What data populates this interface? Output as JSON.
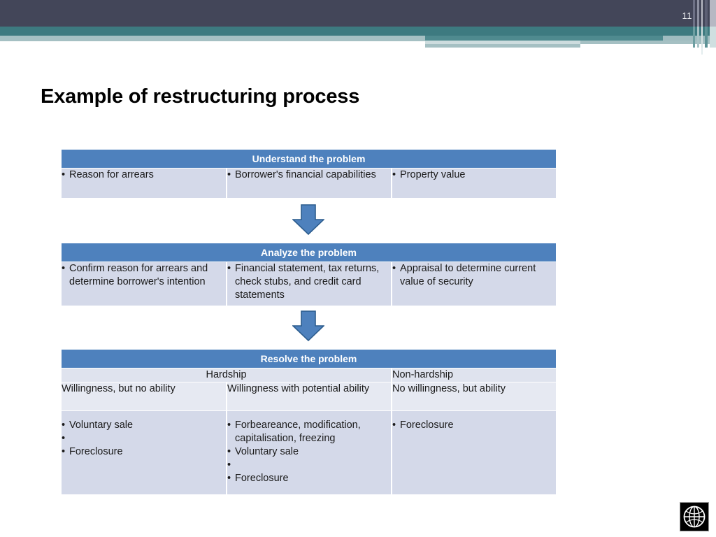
{
  "slide": {
    "number": "11",
    "title": "Example of restructuring process"
  },
  "theme": {
    "header_bar_dark": "#434659",
    "header_bar_teal": "#3d7a80",
    "header_bar_teal_light": "#a5c0c3",
    "table_header_blue": "#4e81bd",
    "table_cell_lavender": "#d4d9e9",
    "table_subheader": "#dfe3ee",
    "arrow_fill": "#4e81bd",
    "arrow_border": "#2e5c8a"
  },
  "tables": [
    {
      "id": "understand",
      "header": "Understand the problem",
      "columns": [
        {
          "items": [
            "Reason for arrears"
          ]
        },
        {
          "items": [
            "Borrower's financial capabilities"
          ]
        },
        {
          "items": [
            "Property value"
          ]
        }
      ]
    },
    {
      "id": "analyze",
      "header": "Analyze the problem",
      "columns": [
        {
          "items": [
            "Confirm reason for arrears and determine borrower's intention"
          ]
        },
        {
          "items": [
            "Financial statement, tax returns, check stubs, and credit card statements"
          ]
        },
        {
          "items": [
            "Appraisal to determine current value of security"
          ]
        }
      ]
    },
    {
      "id": "resolve",
      "header": "Resolve the problem",
      "category_row": {
        "hardship": "Hardship",
        "non_hardship": "Non-hardship"
      },
      "condition_row": [
        "Willingness, but no ability",
        "Willingness with potential ability",
        "No willingness, but ability"
      ],
      "action_row": [
        {
          "items": [
            "Voluntary sale",
            "Foreclosure"
          ],
          "spaced": true
        },
        {
          "items": [
            "Forbeareance, modification, capitalisation, freezing",
            "Voluntary sale",
            "Foreclosure"
          ],
          "spaced": false
        },
        {
          "items": [
            "Foreclosure"
          ],
          "spaced": false
        }
      ]
    }
  ],
  "arrows": [
    {
      "name": "arrow-understand-to-analyze",
      "direction": "down"
    },
    {
      "name": "arrow-analyze-to-resolve",
      "direction": "down"
    }
  ],
  "logo": {
    "name": "globe-logo",
    "alt": "globe"
  }
}
